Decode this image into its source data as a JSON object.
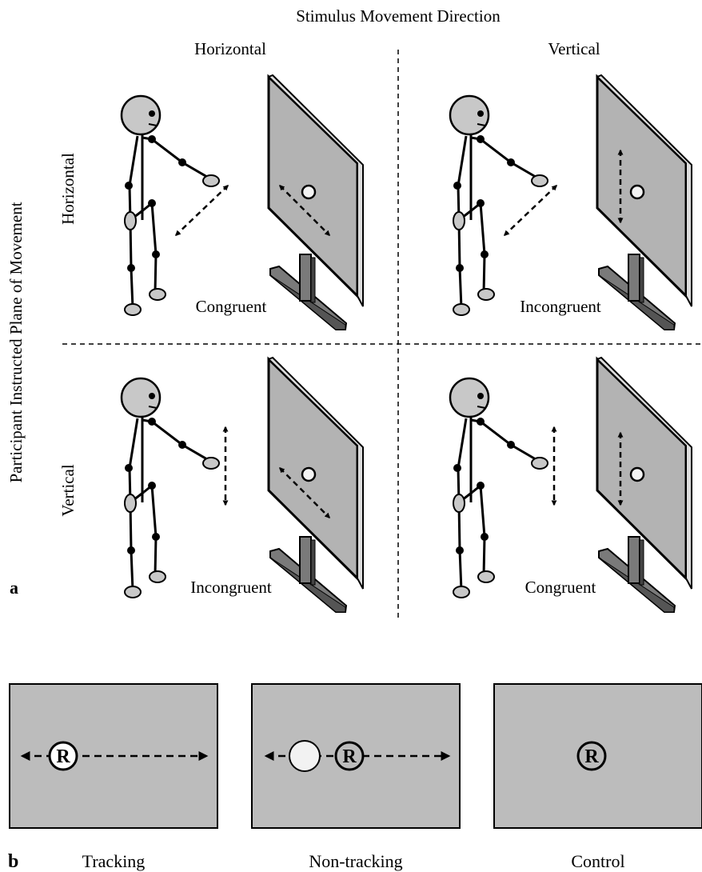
{
  "top_title": "Stimulus Movement Direction",
  "column_headers": [
    "Horizontal",
    "Vertical"
  ],
  "side_title": "Participant Instructed Plane of Movement",
  "row_headers": [
    "Horizontal",
    "Vertical"
  ],
  "cells": [
    {
      "label": "Congruent"
    },
    {
      "label": "Incongruent"
    },
    {
      "label": "Incongruent"
    },
    {
      "label": "Congruent"
    }
  ],
  "panel_a_label": "a",
  "panel_b_label": "b",
  "panels": [
    {
      "caption": "Tracking",
      "marker": "R"
    },
    {
      "caption": "Non-tracking",
      "marker": "R"
    },
    {
      "caption": "Control",
      "marker": "R"
    }
  ],
  "colors": {
    "screen_fill": "#b3b3b3",
    "figure_fill": "#c8c8c8",
    "stand_fill": "#7a7a7a",
    "panel_fill": "#bcbcbc",
    "stroke": "#000000"
  }
}
